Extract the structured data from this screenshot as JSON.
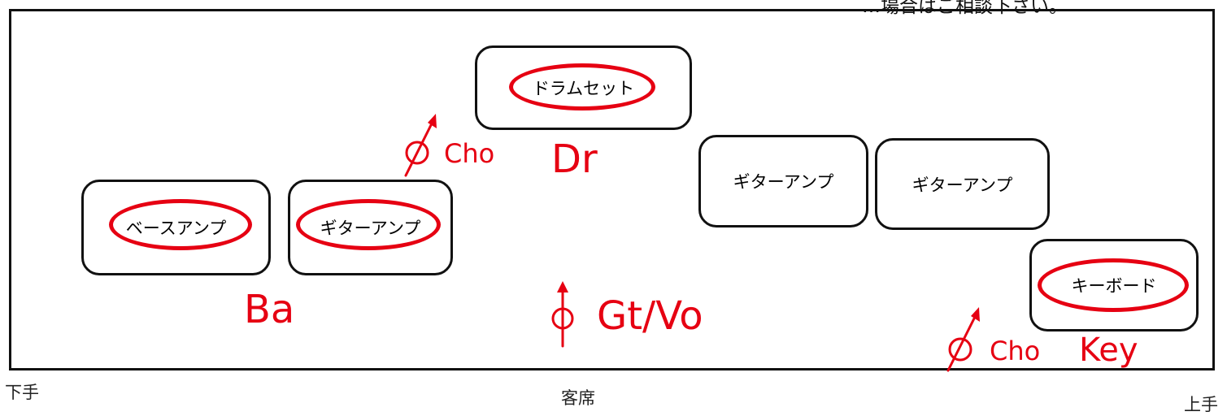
{
  "header_note": "…場合はご相談下さい。",
  "equipment": {
    "drum_set": "ドラムセット",
    "bass_amp": "ベースアンプ",
    "guitar_amp_left": "ギターアンプ",
    "guitar_amp_right_1": "ギターアンプ",
    "guitar_amp_right_2": "ギターアンプ",
    "keyboard": "キーボード"
  },
  "parts": {
    "drums": "Dr",
    "bass": "Ba",
    "guitar_vocal": "Gt/Vo",
    "keys": "Key",
    "chorus_left": "Cho",
    "chorus_right": "Cho"
  },
  "floor": {
    "stage_left": "下手",
    "audience": "客席",
    "stage_right": "上手"
  },
  "colors": {
    "annotation": "#e60012",
    "outline": "#111111"
  },
  "icons": [
    "mic-stand-icon",
    "mic-stand-icon",
    "mic-stand-icon"
  ]
}
